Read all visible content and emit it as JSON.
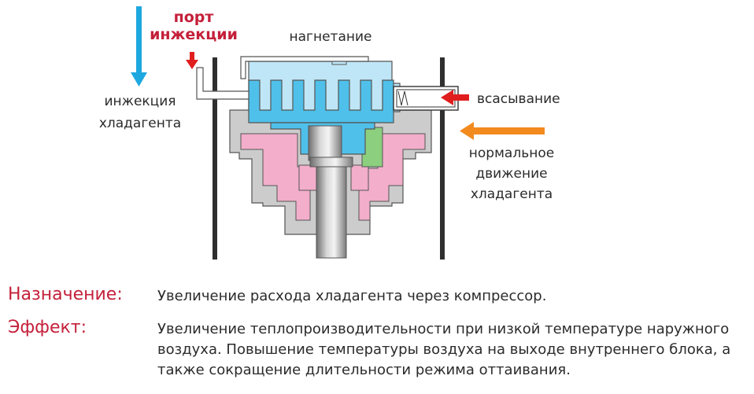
{
  "diagram": {
    "labels": {
      "injection_port_line1": "порт",
      "injection_port_line2": "инжекции",
      "discharge": "нагнетание",
      "refrigerant_injection_line1": "инжекция",
      "refrigerant_injection_line2": "хладагента",
      "suction": "всасывание",
      "normal_flow_line1": "нормальное",
      "normal_flow_line2": "движение",
      "normal_flow_line3": "хладагента"
    },
    "colors": {
      "accent_red": "#c4203a",
      "arrow_blue": "#1ea8e0",
      "arrow_orange": "#f28a1e",
      "arrow_red": "#e01e1e",
      "scroll_blue": "#4fc0ea",
      "scroll_light": "#bfe6f7",
      "pink": "#f2aecb",
      "green": "#8ccf7e",
      "gray": "#cccccc"
    }
  },
  "purpose": {
    "label": "Назначение:",
    "text": "Увеличение расхода хладагента через компрессор."
  },
  "effect": {
    "label": "Эффект:",
    "text": "Увеличение теплопроизводительности при низкой температуре наружного воздуха. Повышение температуры воздуха на выходе внутреннего блока, а также сокращение длительности режима оттаивания."
  }
}
